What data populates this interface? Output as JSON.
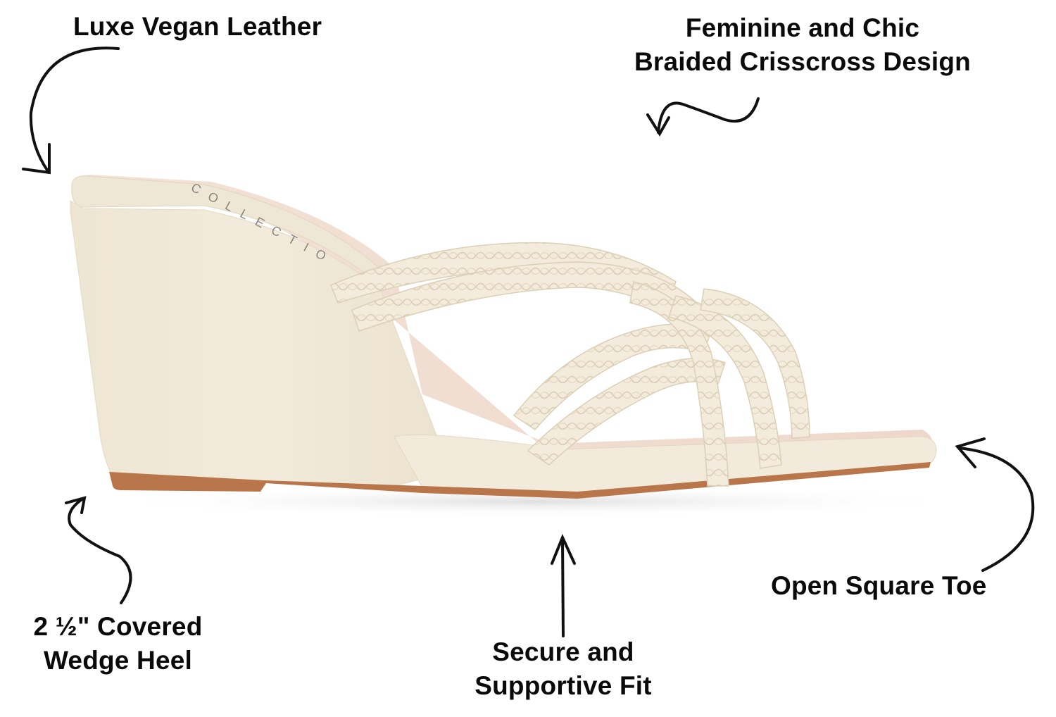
{
  "infographic": {
    "product": "braided crisscross wedge sandal",
    "colors": {
      "background": "#ffffff",
      "text": "#0a0a0a",
      "shoe_body": "#f1ead9",
      "shoe_shadow": "#e2d8c3",
      "insole": "#f0dcd0",
      "outsole": "#b8764a",
      "arrow": "#111111"
    },
    "insole_brand_text": "COLLECTIO",
    "callouts": {
      "leather": {
        "lines": [
          "Luxe Vegan Leather"
        ],
        "icon": "curved-arrow-down-icon"
      },
      "design": {
        "lines": [
          "Feminine and Chic",
          "Braided Crisscross Design"
        ],
        "icon": "wavy-arrow-down-left-icon"
      },
      "wedge": {
        "lines": [
          "2 ½\" Covered",
          "Wedge Heel"
        ],
        "icon": "wavy-arrow-up-icon"
      },
      "fit": {
        "lines": [
          "Secure and",
          "Supportive Fit"
        ],
        "icon": "straight-arrow-up-icon"
      },
      "toe": {
        "lines": [
          "Open Square Toe"
        ],
        "icon": "curved-arrow-up-left-icon"
      }
    }
  }
}
